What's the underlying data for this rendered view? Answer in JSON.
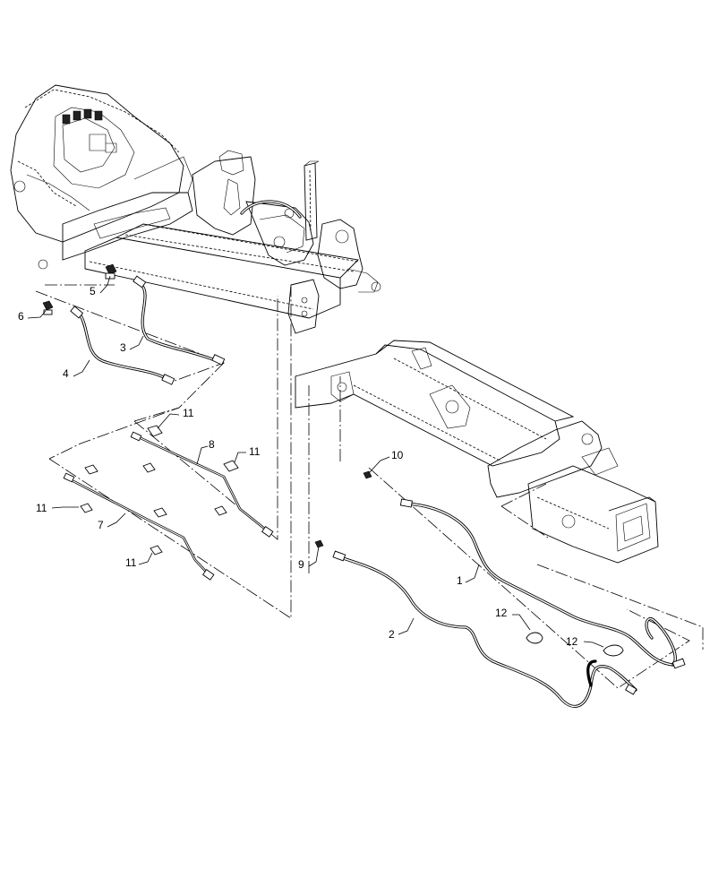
{
  "callouts": [
    {
      "id": "1",
      "text": "1"
    },
    {
      "id": "2",
      "text": "2"
    },
    {
      "id": "3",
      "text": "3"
    },
    {
      "id": "4",
      "text": "4"
    },
    {
      "id": "5",
      "text": "5"
    },
    {
      "id": "6",
      "text": "6"
    },
    {
      "id": "7",
      "text": "7"
    },
    {
      "id": "8",
      "text": "8"
    },
    {
      "id": "9",
      "text": "9"
    },
    {
      "id": "10",
      "text": "10"
    },
    {
      "id": "11a",
      "text": "11"
    },
    {
      "id": "11b",
      "text": "11"
    },
    {
      "id": "11c",
      "text": "11"
    },
    {
      "id": "11d",
      "text": "11"
    },
    {
      "id": "12a",
      "text": "12"
    },
    {
      "id": "12b",
      "text": "12"
    }
  ]
}
